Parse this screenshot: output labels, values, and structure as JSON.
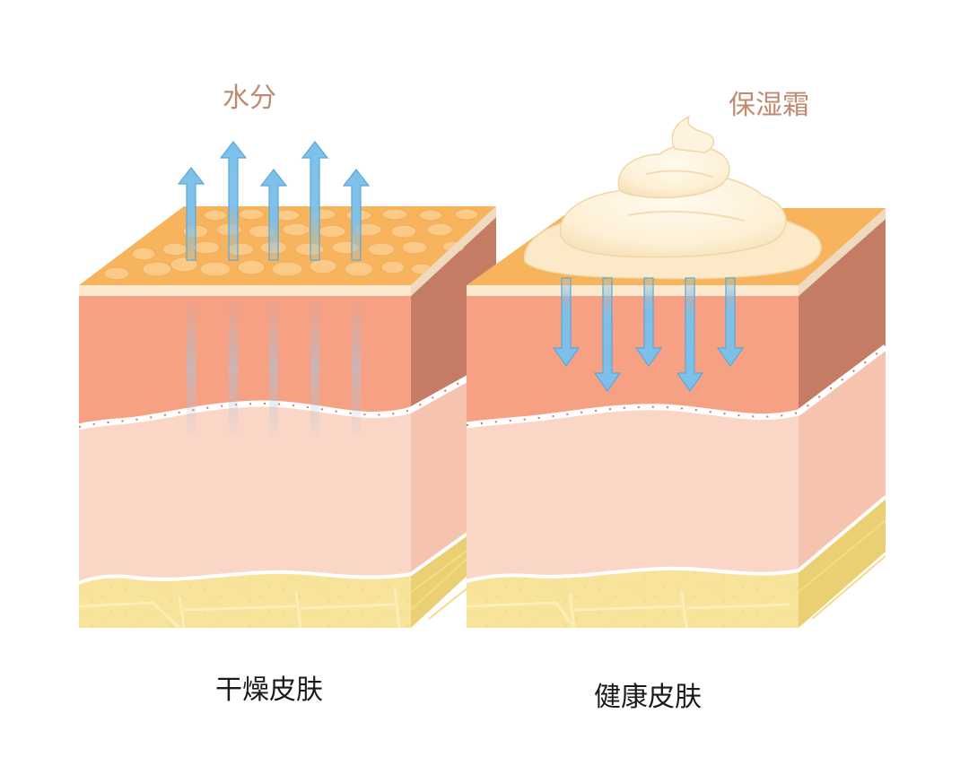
{
  "diagram": {
    "left_panel": {
      "top_label": "水分",
      "caption": "干燥皮肤",
      "arrow_direction": "up"
    },
    "right_panel": {
      "top_label": "保湿霜",
      "caption": "健康皮肤",
      "arrow_direction": "down"
    },
    "colors": {
      "stratum_top": "#f7b45c",
      "epidermis": "#f6a183",
      "epidermis_side": "#c47d64",
      "dermis": "#fad6c6",
      "dermis_side": "#f6c4ae",
      "fat": "#f7e49a",
      "fat_side": "#ead072",
      "arrow": "#7cc0ea",
      "cream": "#fdf1d8",
      "label_accent": "#c08a70"
    }
  }
}
